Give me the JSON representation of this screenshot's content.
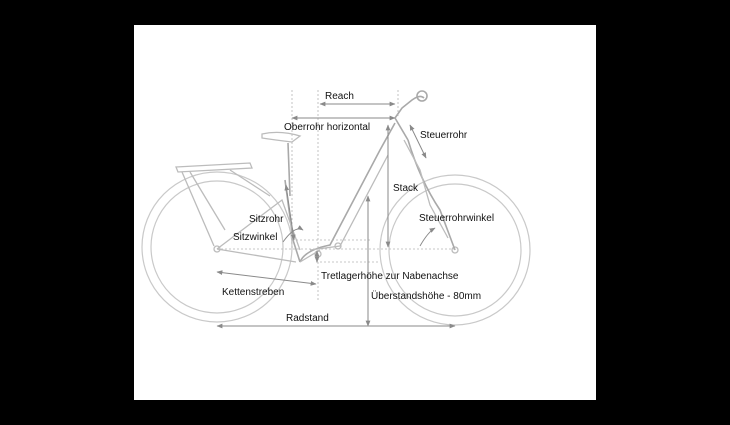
{
  "labels": {
    "reach": "Reach",
    "oberrohr": "Oberrohr horizontal",
    "steuerrohr": "Steuerrohr",
    "stack": "Stack",
    "sitzrohr": "Sitzrohr",
    "sitzwinkel": "Sitzwinkel",
    "steuerrohrwinkel": "Steuerrohrwinkel",
    "tretlager": "Tretlagerhöhe zur Nabenachse",
    "kettenstreben": "Kettenstreben",
    "ueberstand": "Überstandshöhe - 80mm",
    "radstand": "Radstand"
  },
  "colors": {
    "background": "#000000",
    "panel": "#ffffff",
    "frame": "#bcbcbc",
    "dimension": "#8a8a8a",
    "text": "#111111"
  }
}
